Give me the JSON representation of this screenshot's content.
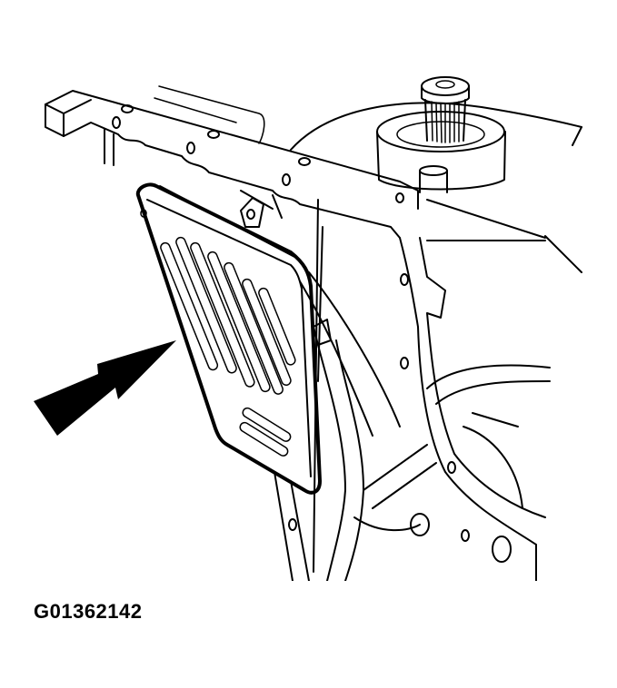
{
  "figure": {
    "caption_id": "G01362142",
    "subject": "transmission-oil-filter-illustration",
    "callout": "arrow-pointing-to-filter",
    "colors": {
      "line": "#000000",
      "background": "#ffffff"
    }
  }
}
